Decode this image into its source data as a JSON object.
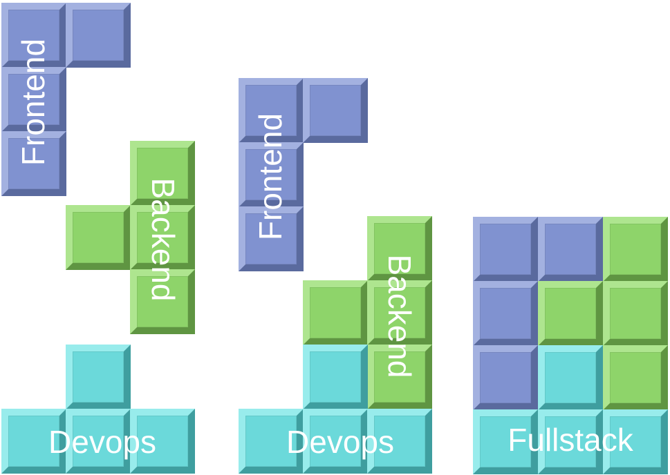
{
  "colors": {
    "frontend": {
      "face": "#8092D0",
      "light": "#A3B1E0",
      "dark": "#5A6A9E"
    },
    "backend": {
      "face": "#8ED46A",
      "light": "#AEE58F",
      "dark": "#5F9542"
    },
    "devops": {
      "face": "#6BD9DA",
      "light": "#98ECEC",
      "dark": "#3F9E9F"
    },
    "label": "#FFFFFF"
  },
  "labels": {
    "g1_frontend": "Frontend",
    "g1_backend": "Backend",
    "g1_devops": "Devops",
    "g2_frontend": "Frontend",
    "g2_backend": "Backend",
    "g2_devops": "Devops",
    "g3_fullstack": "Fullstack"
  }
}
